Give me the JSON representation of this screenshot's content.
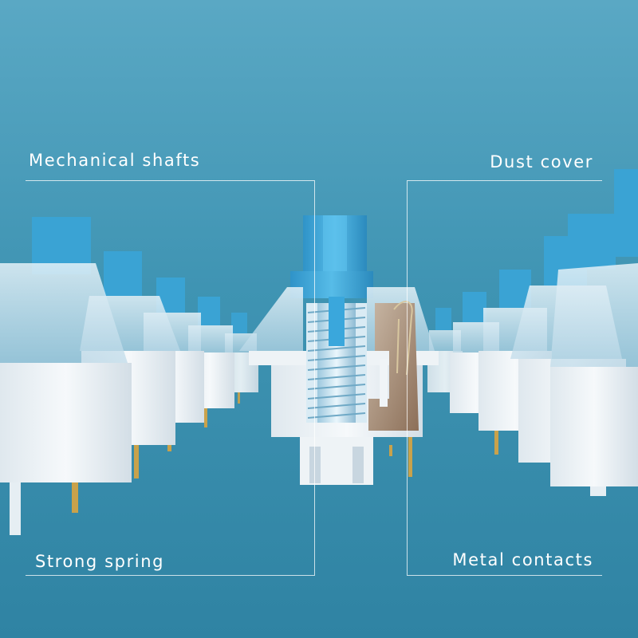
{
  "labels": {
    "top_left": "Mechanical shafts",
    "top_right": "Dust cover",
    "bottom_left": "Strong spring",
    "bottom_right": "Metal contacts"
  },
  "colors": {
    "background_top": "#5aa8c4",
    "background_bottom": "#2f83a3",
    "stem_blue": "#3da6d8",
    "housing_white": "#eef3f6",
    "contact_gold": "#c9a24b",
    "label_text": "#ffffff"
  }
}
